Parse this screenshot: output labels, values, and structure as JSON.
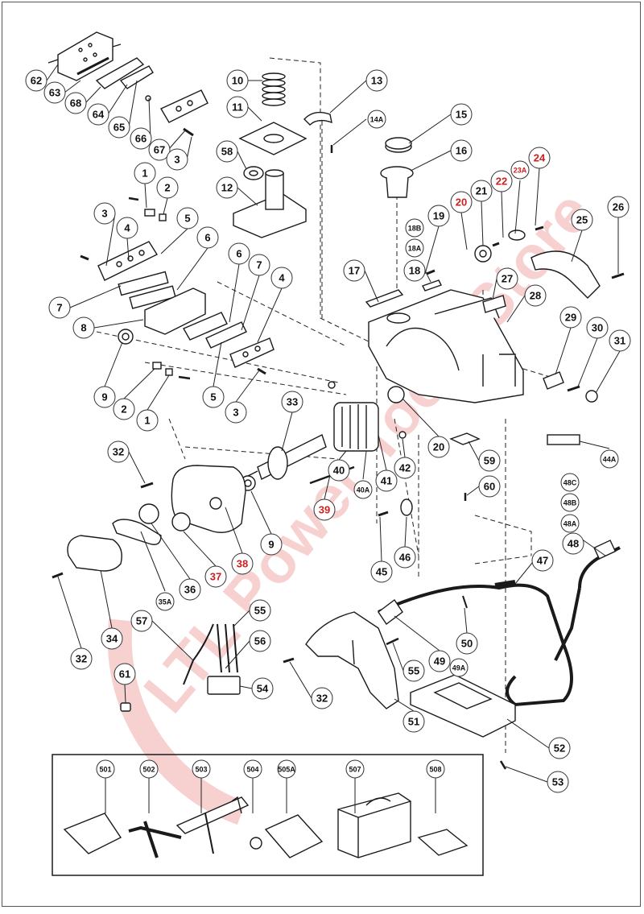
{
  "diagram": {
    "watermark": "LTL Power Tools Store",
    "colors": {
      "line": "#1a1a1a",
      "red_label": "#cc1f1f",
      "watermark": "#e87a7a"
    },
    "parts": [
      {
        "label": "62",
        "red": false
      },
      {
        "label": "63",
        "red": false
      },
      {
        "label": "68",
        "red": false
      },
      {
        "label": "64",
        "red": false
      },
      {
        "label": "65",
        "red": false
      },
      {
        "label": "66",
        "red": false
      },
      {
        "label": "67",
        "red": false
      },
      {
        "label": "3",
        "red": false
      },
      {
        "label": "10",
        "red": false
      },
      {
        "label": "11",
        "red": false
      },
      {
        "label": "58",
        "red": false
      },
      {
        "label": "12",
        "red": false
      },
      {
        "label": "13",
        "red": false
      },
      {
        "label": "14A",
        "red": false
      },
      {
        "label": "15",
        "red": false
      },
      {
        "label": "16",
        "red": false
      },
      {
        "label": "1",
        "red": false
      },
      {
        "label": "2",
        "red": false
      },
      {
        "label": "3",
        "red": false
      },
      {
        "label": "4",
        "red": false
      },
      {
        "label": "5",
        "red": false
      },
      {
        "label": "6",
        "red": false
      },
      {
        "label": "7",
        "red": false
      },
      {
        "label": "8",
        "red": false
      },
      {
        "label": "6",
        "red": false
      },
      {
        "label": "7",
        "red": false
      },
      {
        "label": "4",
        "red": false
      },
      {
        "label": "9",
        "red": false
      },
      {
        "label": "2",
        "red": false
      },
      {
        "label": "1",
        "red": false
      },
      {
        "label": "5",
        "red": false
      },
      {
        "label": "3",
        "red": false
      },
      {
        "label": "18B",
        "red": false
      },
      {
        "label": "18A",
        "red": false
      },
      {
        "label": "19",
        "red": false
      },
      {
        "label": "20",
        "red": true
      },
      {
        "label": "21",
        "red": false
      },
      {
        "label": "22",
        "red": true
      },
      {
        "label": "23A",
        "red": true
      },
      {
        "label": "24",
        "red": true
      },
      {
        "label": "25",
        "red": false
      },
      {
        "label": "26",
        "red": false
      },
      {
        "label": "17",
        "red": false
      },
      {
        "label": "18",
        "red": false
      },
      {
        "label": "27",
        "red": false
      },
      {
        "label": "28",
        "red": false
      },
      {
        "label": "29",
        "red": false
      },
      {
        "label": "30",
        "red": false
      },
      {
        "label": "31",
        "red": false
      },
      {
        "label": "33",
        "red": false
      },
      {
        "label": "20",
        "red": false
      },
      {
        "label": "44A",
        "red": false
      },
      {
        "label": "59",
        "red": false
      },
      {
        "label": "60",
        "red": false
      },
      {
        "label": "32",
        "red": false
      },
      {
        "label": "40",
        "red": false
      },
      {
        "label": "40A",
        "red": false
      },
      {
        "label": "41",
        "red": false
      },
      {
        "label": "42",
        "red": false
      },
      {
        "label": "39",
        "red": true
      },
      {
        "label": "9",
        "red": false
      },
      {
        "label": "38",
        "red": true
      },
      {
        "label": "37",
        "red": true
      },
      {
        "label": "36",
        "red": false
      },
      {
        "label": "35A",
        "red": false
      },
      {
        "label": "34",
        "red": false
      },
      {
        "label": "32",
        "red": false
      },
      {
        "label": "45",
        "red": false
      },
      {
        "label": "46",
        "red": false
      },
      {
        "label": "48C",
        "red": false
      },
      {
        "label": "48B",
        "red": false
      },
      {
        "label": "48A",
        "red": false
      },
      {
        "label": "48",
        "red": false
      },
      {
        "label": "47",
        "red": false
      },
      {
        "label": "57",
        "red": false
      },
      {
        "label": "55",
        "red": false
      },
      {
        "label": "56",
        "red": false
      },
      {
        "label": "54",
        "red": false
      },
      {
        "label": "61",
        "red": false
      },
      {
        "label": "32",
        "red": false
      },
      {
        "label": "55",
        "red": false
      },
      {
        "label": "49",
        "red": false
      },
      {
        "label": "49A",
        "red": false
      },
      {
        "label": "50",
        "red": false
      },
      {
        "label": "51",
        "red": false
      },
      {
        "label": "52",
        "red": false
      },
      {
        "label": "53",
        "red": false
      }
    ],
    "accessories": [
      "501",
      "502",
      "503",
      "504",
      "505A",
      "507",
      "508"
    ]
  }
}
